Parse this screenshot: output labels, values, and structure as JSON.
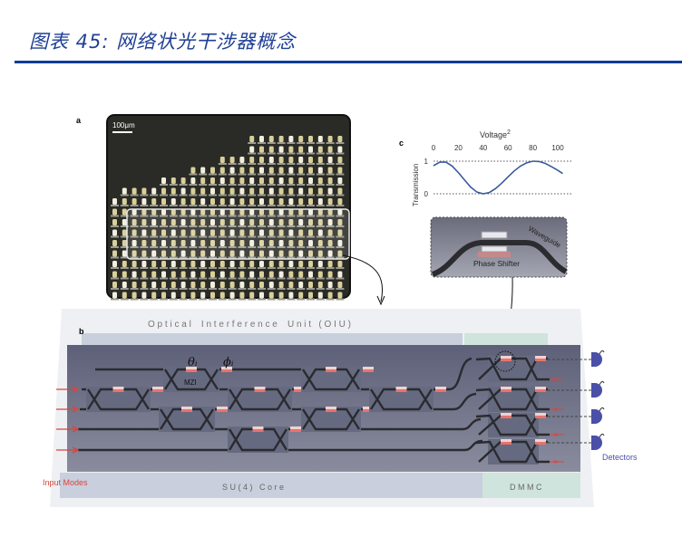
{
  "header": {
    "title": "图表 45:  网络状光干涉器概念"
  },
  "panel_a": {
    "label": "a",
    "scale_bar": "100μm"
  },
  "panel_c": {
    "label": "c",
    "xlabel": "Voltage",
    "xlabel_sup": "2",
    "ylabel": "Transmission",
    "xticks": [
      "0",
      "20",
      "40",
      "60",
      "80",
      "100"
    ],
    "xtick_values": [
      0,
      20,
      40,
      60,
      80,
      100
    ],
    "yticks": [
      "1",
      "0"
    ],
    "ytick_values": [
      1,
      0
    ],
    "curve": [
      [
        0,
        0.86
      ],
      [
        5,
        0.97
      ],
      [
        10,
        0.97
      ],
      [
        15,
        0.85
      ],
      [
        20,
        0.65
      ],
      [
        25,
        0.42
      ],
      [
        30,
        0.2
      ],
      [
        35,
        0.05
      ],
      [
        40,
        0.0
      ],
      [
        45,
        0.04
      ],
      [
        50,
        0.16
      ],
      [
        55,
        0.33
      ],
      [
        60,
        0.52
      ],
      [
        65,
        0.7
      ],
      [
        70,
        0.85
      ],
      [
        75,
        0.95
      ],
      [
        80,
        1.0
      ],
      [
        85,
        0.99
      ],
      [
        90,
        0.93
      ],
      [
        95,
        0.83
      ],
      [
        100,
        0.72
      ],
      [
        104,
        0.62
      ]
    ],
    "inset_waveguide": "Waveguide",
    "inset_phase_shifter": "Phase Shifter"
  },
  "panel_b": {
    "label": "b",
    "oiu_title": "O p t i c a l    I n t e r f e r e n c e    U n i t   ( O I U )",
    "theta": "θᵢ",
    "phi": "ϕᵢ",
    "mzi": "MZI",
    "input_modes": "Input Modes",
    "core": "S U ( 4 )   C o r e",
    "dmmc": "D M M C",
    "detectors": "Detectors"
  },
  "colors": {
    "title": "#1f3f94",
    "rule": "#0a3d96",
    "input": "#d9443c",
    "detector": "#4a4fa8",
    "plate": "#6f7287"
  }
}
